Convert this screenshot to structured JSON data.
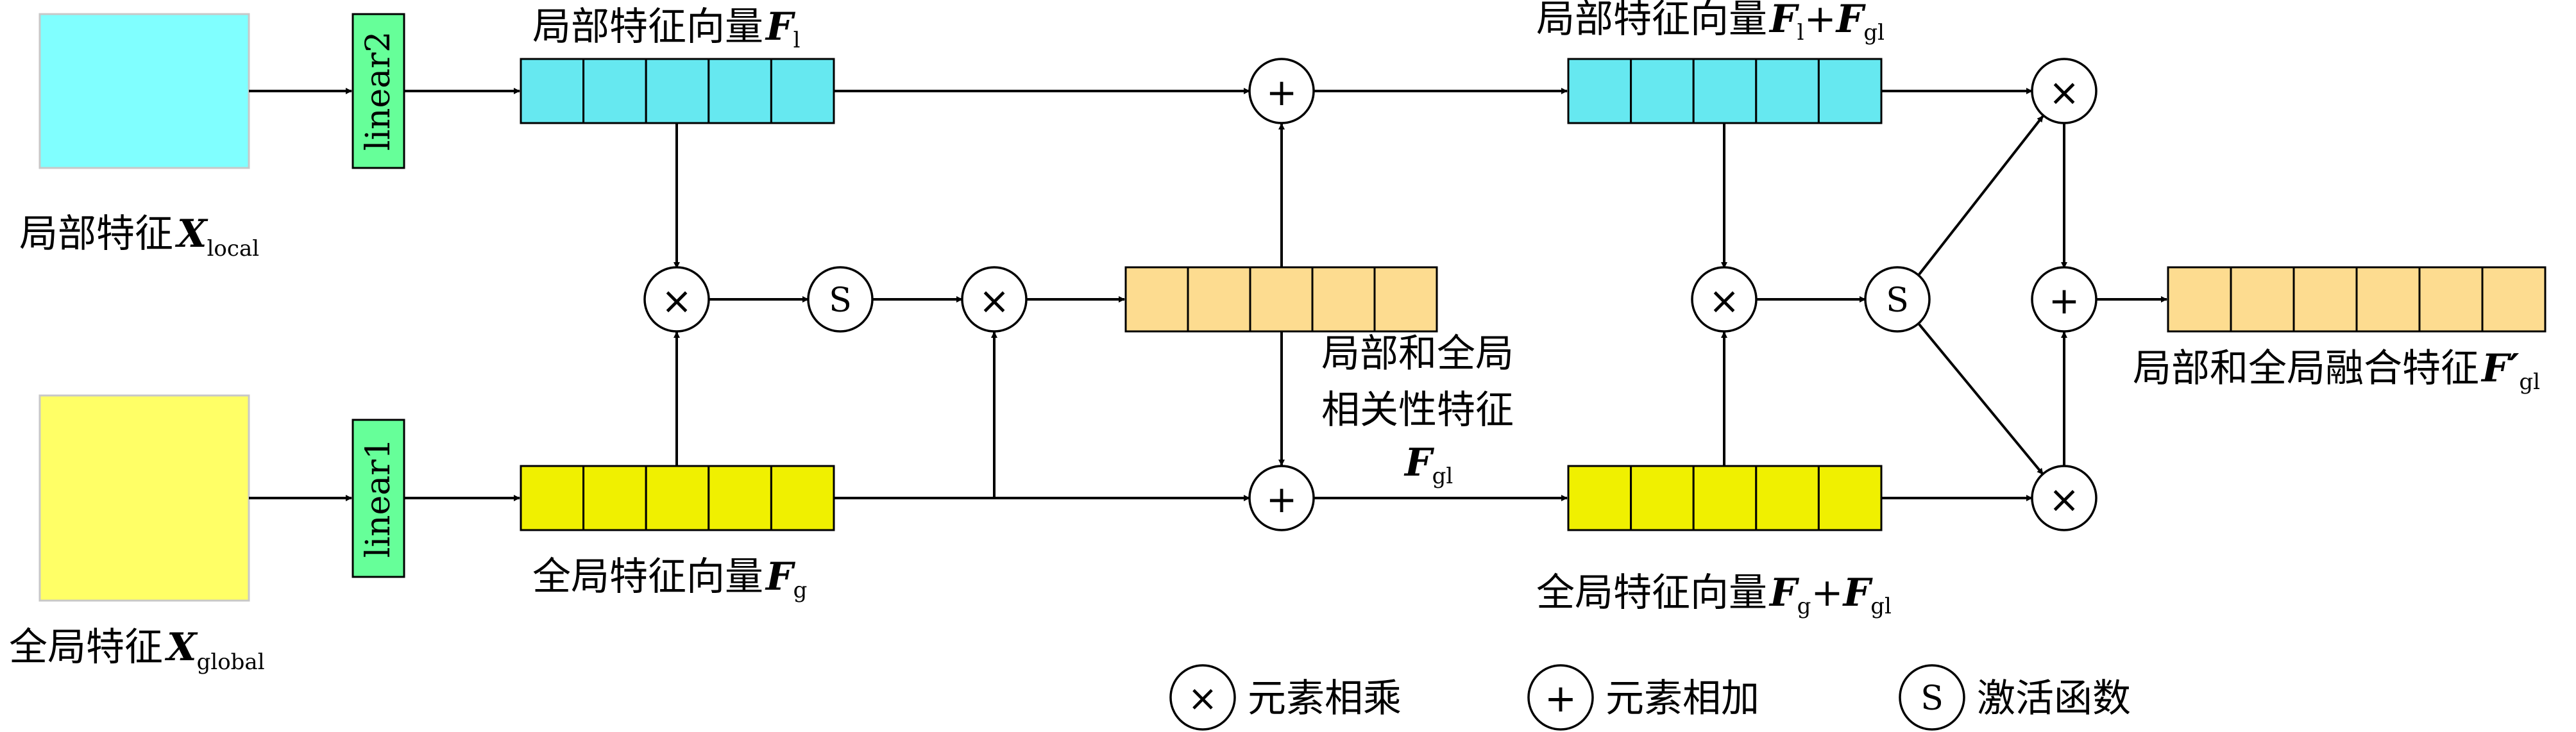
{
  "inputs": {
    "local": {
      "label": "局部特征",
      "sym": "X",
      "sub": "local",
      "color": "#80ffff"
    },
    "global": {
      "label": "全局特征",
      "sym": "X",
      "sub": "global",
      "color": "#ffff66"
    }
  },
  "linear": {
    "top": "linear2",
    "bottom": "linear1",
    "color": "#66ff99"
  },
  "vectors": {
    "fl": {
      "label": "局部特征向量",
      "sym": "F",
      "sub": "l",
      "color": "#66e8f0"
    },
    "fg": {
      "label": "全局特征向量",
      "sym": "F",
      "sub": "g",
      "color": "#f0f000"
    },
    "fgl": {
      "line1": "局部和全局",
      "line2": "相关性特征",
      "sym": "F",
      "sub": "gl",
      "color": "#fddc90"
    },
    "fl_plus": {
      "label": "局部特征向量",
      "sym1": "F",
      "sub1": "l",
      "plus": "+",
      "sym2": "F",
      "sub2": "gl"
    },
    "fg_plus": {
      "label": "全局特征向量",
      "sym1": "F",
      "sub1": "g",
      "plus": "+",
      "sym2": "F",
      "sub2": "gl"
    },
    "fused": {
      "label": "局部和全局融合特征",
      "sym": "F′",
      "sub": "gl"
    }
  },
  "ops": {
    "mul": "×",
    "add": "+",
    "sig": "S"
  },
  "legend": {
    "mul": {
      "sym": "×",
      "text": "元素相乘"
    },
    "add": {
      "sym": "+",
      "text": "元素相加"
    },
    "sig": {
      "sym": "S",
      "text": "激活函数"
    }
  }
}
